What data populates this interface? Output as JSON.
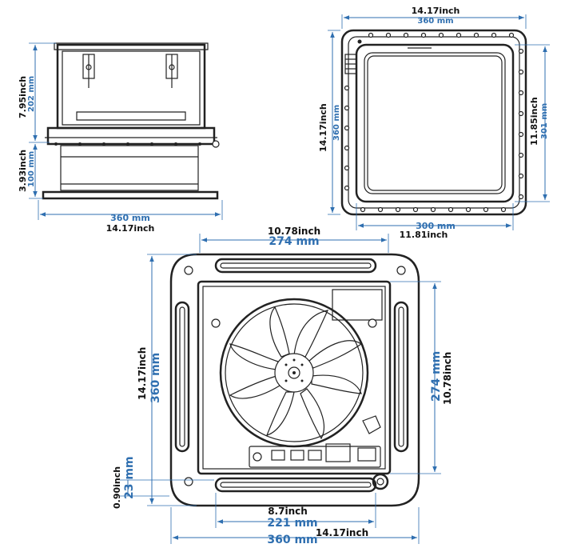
{
  "colors": {
    "dimension": "#2f6fb0",
    "outline": "#222222",
    "background": "#ffffff"
  },
  "side_view": {
    "height_top_in": "7.95inch",
    "height_top_mm": "202 mm",
    "height_bottom_in": "3.93inch",
    "height_bottom_mm": "100 mm",
    "width_mm": "360 mm",
    "width_in": "14.17inch"
  },
  "top_view": {
    "width_in": "14.17inch",
    "width_mm": "360 mm",
    "height_in": "14.17inch",
    "height_mm": "360 mm",
    "inner_height_in": "11.85inch",
    "inner_height_mm": "301 mm",
    "inner_width_mm": "300 mm",
    "inner_width_in": "11.81inch"
  },
  "bottom_view": {
    "top_width_in": "10.78inch",
    "top_width_mm": "274 mm",
    "left_height_in": "14.17inch",
    "left_height_mm": "360 mm",
    "right_height_mm": "274 mm",
    "right_height_in": "10.78inch",
    "flange_in": "0.90inch",
    "flange_mm": "23 mm",
    "grille_width_in": "8.7inch",
    "grille_width_mm": "221 mm",
    "total_width_mm": "360 mm",
    "total_width_in": "14.17inch"
  }
}
